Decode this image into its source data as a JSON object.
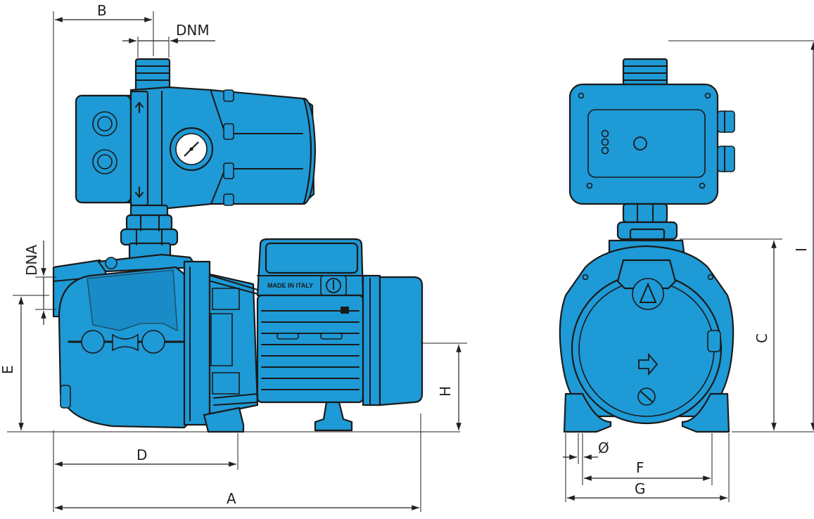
{
  "colors": {
    "pump_blue": "#1e9ad6",
    "outline": "#1a1a1a",
    "dimension_lines": "#231f20"
  },
  "drawing": {
    "side_view": {
      "motor_label": "MADE IN ITALY",
      "dimensions": {
        "A": "A",
        "B": "B",
        "D": "D",
        "E": "E",
        "H": "H",
        "DNM": "DNM",
        "DNA": "DNA"
      }
    },
    "front_view": {
      "dimensions": {
        "C": "C",
        "I": "I",
        "F": "F",
        "G": "G",
        "diameter": "Ø"
      }
    }
  }
}
